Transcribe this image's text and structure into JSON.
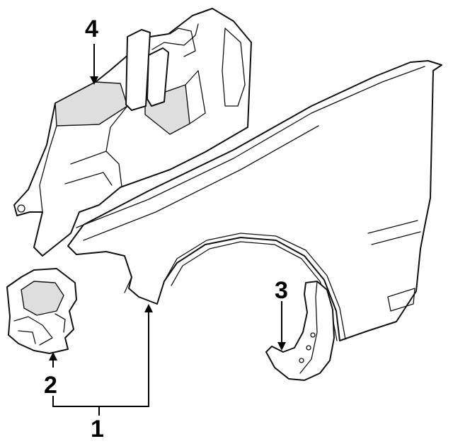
{
  "callouts": {
    "fender": "1",
    "bracket": "2",
    "mud_guard": "3",
    "splash_shield": "4"
  },
  "colors": {
    "ink": "#111111",
    "background": "#ffffff"
  }
}
